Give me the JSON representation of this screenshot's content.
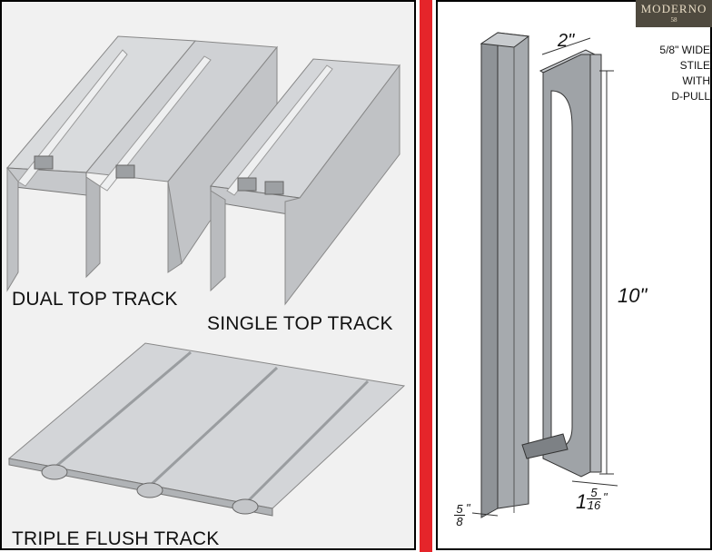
{
  "tracks": {
    "dual_label": "DUAL TOP TRACK",
    "single_label": "SINGLE TOP TRACK",
    "triple_label": "TRIPLE FLUSH TRACK"
  },
  "handle": {
    "brand": "MODERNO",
    "brand_number": "58",
    "description_lines": [
      "5/8\" WIDE",
      "STILE WITH",
      "D-PULL"
    ],
    "dim_width": "2\"",
    "dim_height": "10\"",
    "dim_stile_num": "5",
    "dim_stile_den": "8",
    "dim_stile_unit": "\"",
    "dim_depth_whole": "1",
    "dim_depth_num": "5",
    "dim_depth_den": "16",
    "dim_depth_unit": "\""
  },
  "colors": {
    "accent_bar": "#e5252a",
    "logo_bg": "#4f4a3f",
    "metal": "#b9bcbf",
    "metal_light": "#d8dadc",
    "metal_dark": "#8e9296"
  }
}
